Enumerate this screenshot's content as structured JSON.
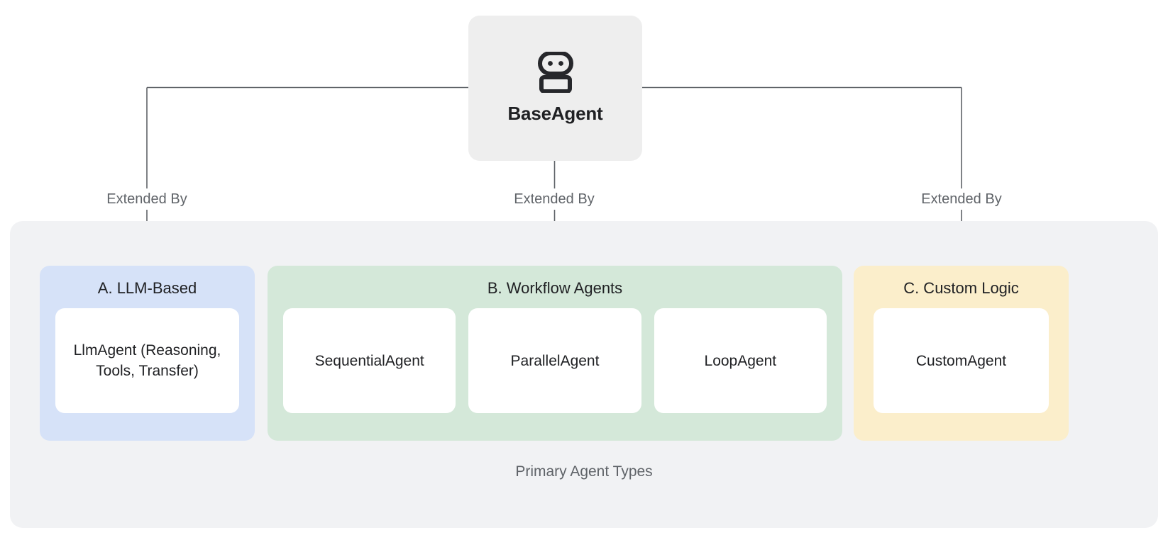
{
  "diagram": {
    "root": {
      "label": "BaseAgent",
      "icon": "robot-icon"
    },
    "edges": [
      {
        "label": "Extended By"
      },
      {
        "label": "Extended By"
      },
      {
        "label": "Extended By"
      }
    ],
    "container": {
      "caption": "Primary Agent Types"
    },
    "groups": [
      {
        "id": "llm-based",
        "title": "A. LLM-Based",
        "color": "#d6e2f8",
        "cards": [
          {
            "label": "LlmAgent (Reasoning, Tools, Transfer)"
          }
        ]
      },
      {
        "id": "workflow-agents",
        "title": "B. Workflow Agents",
        "color": "#d4e8d9",
        "cards": [
          {
            "label": "SequentialAgent"
          },
          {
            "label": "ParallelAgent"
          },
          {
            "label": "LoopAgent"
          }
        ]
      },
      {
        "id": "custom-logic",
        "title": "C. Custom Logic",
        "color": "#fbeecb",
        "cards": [
          {
            "label": "CustomAgent"
          }
        ]
      }
    ],
    "colors": {
      "root_bg": "#eeeeee",
      "container_bg": "#f1f2f4",
      "card_bg": "#ffffff",
      "line": "#5f6368",
      "text_primary": "#1f2023",
      "text_muted": "#5f6368"
    }
  }
}
